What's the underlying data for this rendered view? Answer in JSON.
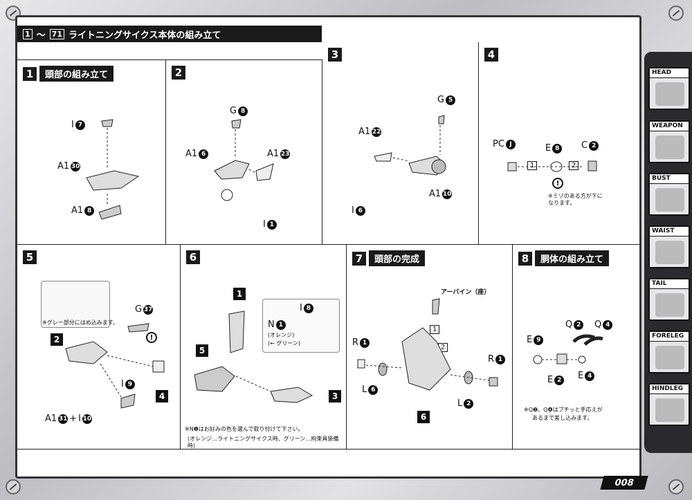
{
  "header": {
    "range_start": "1",
    "range_sep": "〜",
    "range_end": "71",
    "title": "ライトニングサイクス本体の組み立て"
  },
  "panels": [
    {
      "num": "1",
      "title": "頭部の組み立て",
      "labels": [
        {
          "name": "I",
          "n": "7"
        },
        {
          "name": "A1",
          "n": "30"
        },
        {
          "name": "A1",
          "n": "8"
        }
      ]
    },
    {
      "num": "2",
      "labels": [
        {
          "name": "G",
          "n": "8"
        },
        {
          "name": "A1",
          "n": "6"
        },
        {
          "name": "A1",
          "n": "23"
        },
        {
          "name": "I",
          "n": "1"
        }
      ]
    },
    {
      "num": "3",
      "labels": [
        {
          "name": "G",
          "n": "5"
        },
        {
          "name": "A1",
          "n": "22"
        },
        {
          "name": "A1",
          "n": "10"
        },
        {
          "name": "I",
          "n": "6"
        }
      ]
    },
    {
      "num": "4",
      "labels": [
        {
          "name": "PC",
          "n": "J"
        },
        {
          "name": "E",
          "n": "8"
        },
        {
          "name": "C",
          "n": "2"
        }
      ],
      "steps": [
        "1",
        "2"
      ],
      "note": "※ミゾのある方が下になります。"
    },
    {
      "num": "5",
      "labels": [
        {
          "name": "G",
          "n": "37"
        },
        {
          "name": "I",
          "n": "9"
        }
      ],
      "formula": {
        "a": "A1",
        "an": "31",
        "plus": "+",
        "b": "I",
        "bn": "10"
      },
      "note": "※グレー部分にはめ込みます。",
      "refs": [
        "2",
        "4"
      ]
    },
    {
      "num": "6",
      "labels": [
        {
          "name": "I",
          "n": "8"
        },
        {
          "name": "N",
          "n": "1"
        }
      ],
      "opt1": "(オレンジ)",
      "opt2": "(← グリーン)",
      "refs": [
        "1",
        "5",
        "3"
      ],
      "note1": "※N❶はお好みの色を選んで取り付けて下さい。",
      "note2": "(オレンジ…ライトニングサイクス時、グリーン…拘束具装備時)"
    },
    {
      "num": "7",
      "title": "頭部の完成",
      "part": "アーバイン（座）",
      "labels": [
        {
          "name": "R",
          "n": "1"
        },
        {
          "name": "L",
          "n": "6"
        },
        {
          "name": "R",
          "n": "1"
        },
        {
          "name": "L",
          "n": "2"
        }
      ],
      "steps": [
        "1",
        "2"
      ],
      "refs": [
        "6"
      ]
    },
    {
      "num": "8",
      "title": "胴体の組み立て",
      "labels": [
        {
          "name": "Q",
          "n": "2"
        },
        {
          "name": "Q",
          "n": "4"
        },
        {
          "name": "E",
          "n": "9"
        },
        {
          "name": "E",
          "n": "2"
        },
        {
          "name": "E",
          "n": "4"
        }
      ],
      "note1": "※Q❷、Q❹はプチッと手応えが",
      "note2": "あるまで差し込みます。"
    }
  ],
  "sidebar": [
    "HEAD",
    "WEAPON",
    "BUST",
    "WAIST",
    "TAIL",
    "FORELEG",
    "HINDLEG"
  ],
  "page": "008"
}
